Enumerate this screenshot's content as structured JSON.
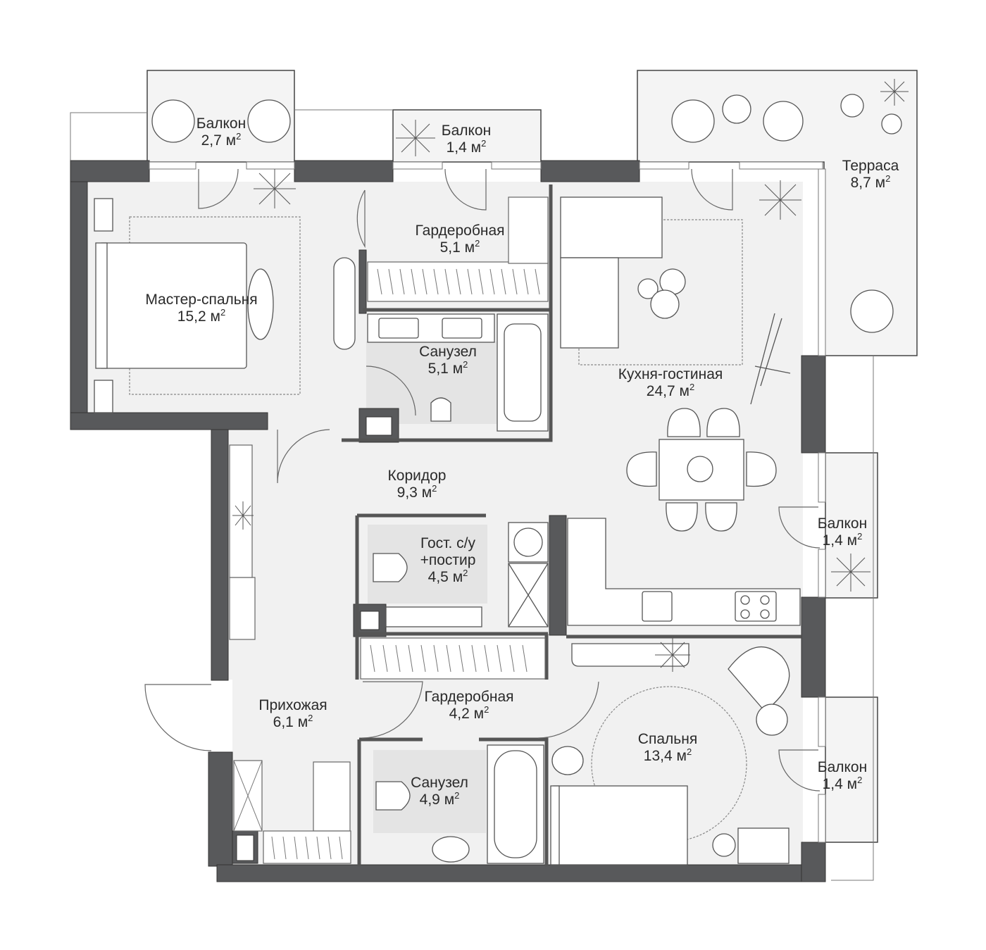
{
  "rooms": {
    "balcony_nw": {
      "name": "Балкон",
      "area": "2,7",
      "unit": "м",
      "power": "2"
    },
    "balcony_n": {
      "name": "Балкон",
      "area": "1,4",
      "unit": "м",
      "power": "2"
    },
    "terrace": {
      "name": "Терраса",
      "area": "8,7",
      "unit": "м",
      "power": "2"
    },
    "wardrobe_n": {
      "name": "Гардеробная",
      "area": "5,1",
      "unit": "м",
      "power": "2"
    },
    "master_bedroom": {
      "name": "Мастер-спальня",
      "area": "15,2",
      "unit": "м",
      "power": "2"
    },
    "bathroom_master": {
      "name": "Санузел",
      "area": "5,1",
      "unit": "м",
      "power": "2"
    },
    "kitchen_living": {
      "name": "Кухня-гостиная",
      "area": "24,7",
      "unit": "м",
      "power": "2"
    },
    "corridor": {
      "name": "Коридор",
      "area": "9,3",
      "unit": "м",
      "power": "2"
    },
    "guest_wc": {
      "name": "Гост. с/у",
      "name2": "+постир",
      "area": "4,5",
      "unit": "м",
      "power": "2"
    },
    "balcony_e1": {
      "name": "Балкон",
      "area": "1,4",
      "unit": "м",
      "power": "2"
    },
    "hallway": {
      "name": "Прихожая",
      "area": "6,1",
      "unit": "м",
      "power": "2"
    },
    "wardrobe_s": {
      "name": "Гардеробная",
      "area": "4,2",
      "unit": "м",
      "power": "2"
    },
    "bedroom": {
      "name": "Спальня",
      "area": "13,4",
      "unit": "м",
      "power": "2"
    },
    "bathroom_s": {
      "name": "Санузел",
      "area": "4,9",
      "unit": "м",
      "power": "2"
    },
    "balcony_e2": {
      "name": "Балкон",
      "area": "1,4",
      "unit": "м",
      "power": "2"
    }
  },
  "colors": {
    "wall": "#58595b",
    "floor": "#f1f1f1",
    "tile": "#e3e3e3",
    "line": "#666666",
    "outdoor": "#f4f4f4"
  }
}
